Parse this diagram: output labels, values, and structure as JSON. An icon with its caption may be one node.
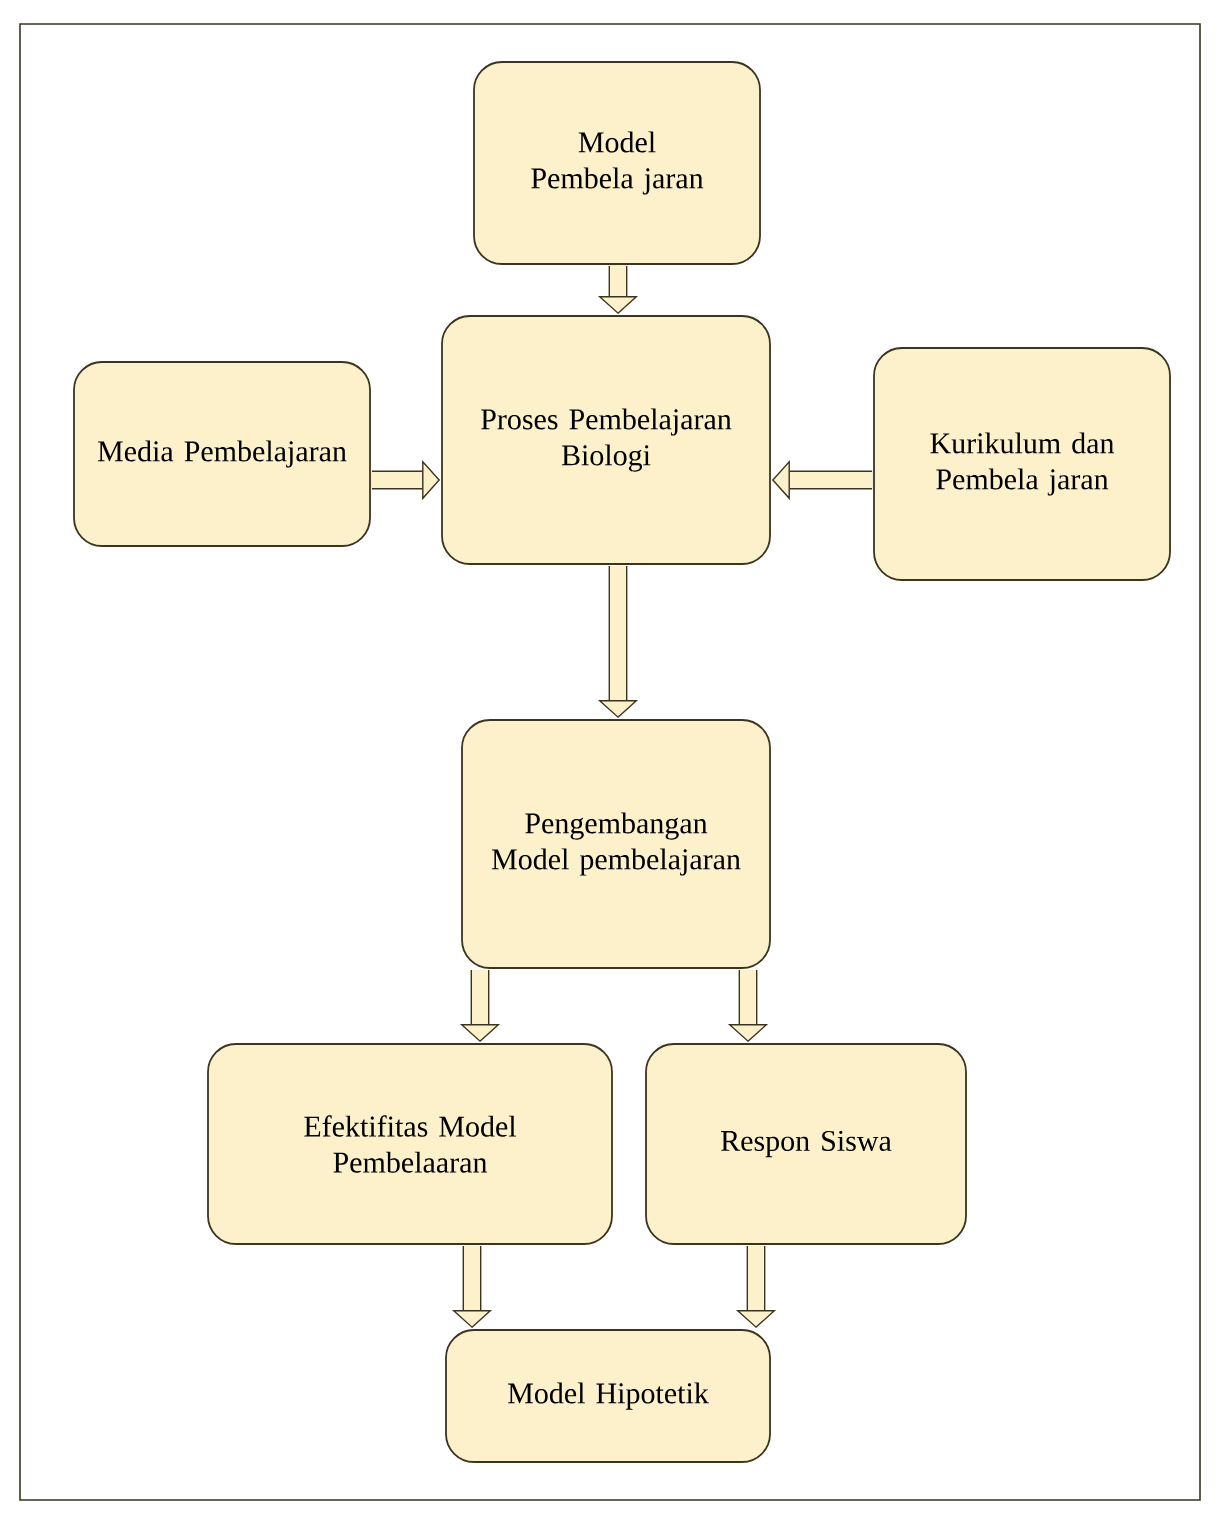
{
  "diagram": {
    "nodes": [
      {
        "text": [
          "Model Pembela jaran"
        ]
      },
      {
        "text": [
          "Media Pembelajaran"
        ]
      },
      {
        "text": [
          "Proses Pembelajaran Biologi"
        ]
      },
      {
        "text": [
          "Kurikulum dan Pembela jaran"
        ]
      },
      {
        "text": [
          "Pengembangan Model pembelajaran"
        ]
      },
      {
        "text": [
          "Efektifitas Model Pembelaaran"
        ]
      },
      {
        "text": [
          "Respon Siswa"
        ]
      },
      {
        "text": [
          "Model Hipotetik"
        ]
      }
    ],
    "edges": [
      {
        "from": 0,
        "to": 2,
        "arrow": "to"
      },
      {
        "from": 1,
        "to": 2,
        "arrow": "to"
      },
      {
        "from": 3,
        "to": 2,
        "arrow": "to"
      },
      {
        "from": 2,
        "to": 4,
        "arrow": "to"
      },
      {
        "from": 4,
        "to": 5,
        "arrow": "to"
      },
      {
        "from": 4,
        "to": 6,
        "arrow": "to"
      },
      {
        "from": 5,
        "to": 7,
        "arrow": "to"
      },
      {
        "from": 6,
        "to": 7,
        "arrow": "to"
      }
    ]
  }
}
